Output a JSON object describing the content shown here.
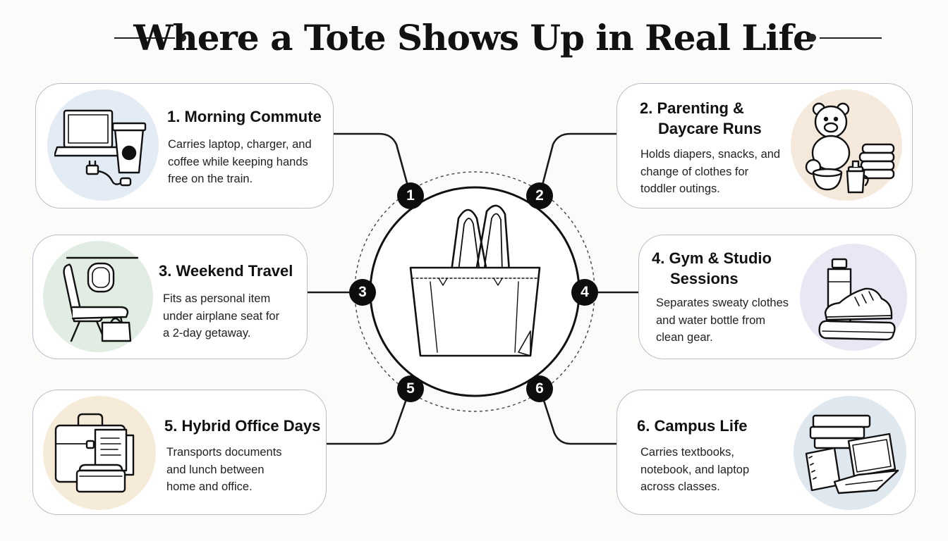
{
  "title": "Where a Tote Shows Up in Real Life",
  "center": {
    "icon": "tote-bag-icon"
  },
  "use_cases": [
    {
      "number": "1",
      "title_line1": "Morning Commute",
      "title_line2": "",
      "description": [
        "Carries laptop, charger, and",
        "coffee while keeping hands",
        "free on the train."
      ],
      "icon": "laptop-coffee-charger-icon",
      "tint": "#e3ebf4"
    },
    {
      "number": "2",
      "title_line1": "Parenting &",
      "title_line2": "Daycare Runs",
      "description": [
        "Holds diapers, snacks, and",
        "change of clothes for",
        "toddler outings."
      ],
      "icon": "teddy-bear-baby-items-icon",
      "tint": "#f5e9dc"
    },
    {
      "number": "3",
      "title_line1": "Weekend Travel",
      "title_line2": "",
      "description": [
        "Fits as personal item",
        "under airplane seat for",
        "a 2-day getaway."
      ],
      "icon": "airplane-seat-icon",
      "tint": "#e1ede3"
    },
    {
      "number": "4",
      "title_line1": "Gym & Studio",
      "title_line2": "Sessions",
      "description": [
        "Separates sweaty clothes",
        "and water bottle from",
        "clean gear."
      ],
      "icon": "sneaker-water-bottle-icon",
      "tint": "#ebe6f3"
    },
    {
      "number": "5",
      "title_line1": "Hybrid Office Days",
      "title_line2": "",
      "description": [
        "Transports documents",
        "and lunch between",
        "home and office."
      ],
      "icon": "briefcase-documents-lunchbox-icon",
      "tint": "#f6ebd8"
    },
    {
      "number": "6",
      "title_line1": "Campus Life",
      "title_line2": "",
      "description": [
        "Carries textbooks,",
        "notebook, and laptop",
        "across classes."
      ],
      "icon": "books-notebook-laptop-icon",
      "tint": "#dfe8ef"
    }
  ]
}
